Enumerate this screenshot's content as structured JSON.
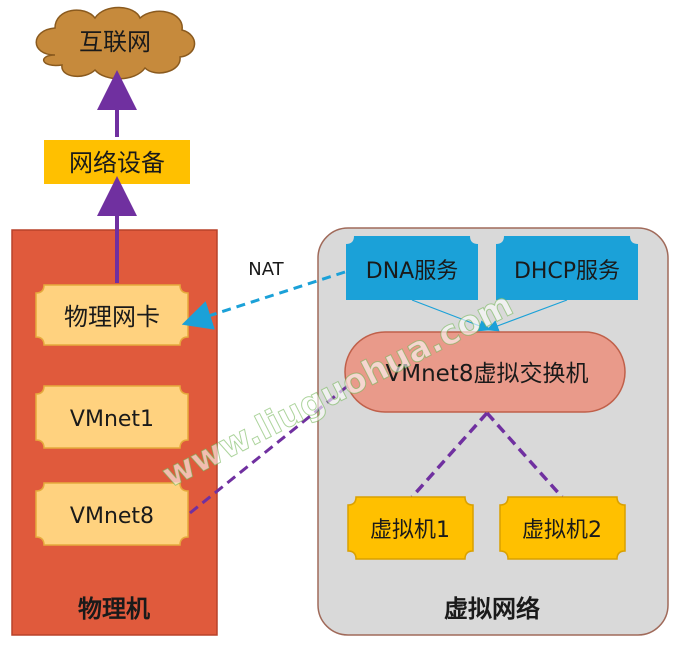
{
  "internet": {
    "label": "互联网"
  },
  "network_device": {
    "label": "网络设备"
  },
  "physical_machine": {
    "title": "物理机",
    "nic": "物理网卡",
    "vmnet1": "VMnet1",
    "vmnet8": "VMnet8"
  },
  "nat_label": "NAT",
  "virtual_network": {
    "title": "虚拟网络",
    "dns_service": "DNA服务",
    "dhcp_service": "DHCP服务",
    "switch": "VMnet8虚拟交换机",
    "vm1": "虚拟机1",
    "vm2": "虚拟机2"
  },
  "watermark": "www.liuguohua.com",
  "colors": {
    "cloud": "#c68a3c",
    "network_device_fill": "#ffc000",
    "physical_box": "#e05a3c",
    "nic_fill": "#ffd27f",
    "virtual_box": "#d9d9d9",
    "service_fill": "#1ba1d8",
    "switch_fill": "#e99a8a",
    "vm_fill": "#ffc000",
    "purple_line": "#7030a0",
    "blue_line": "#1ba1d8"
  }
}
